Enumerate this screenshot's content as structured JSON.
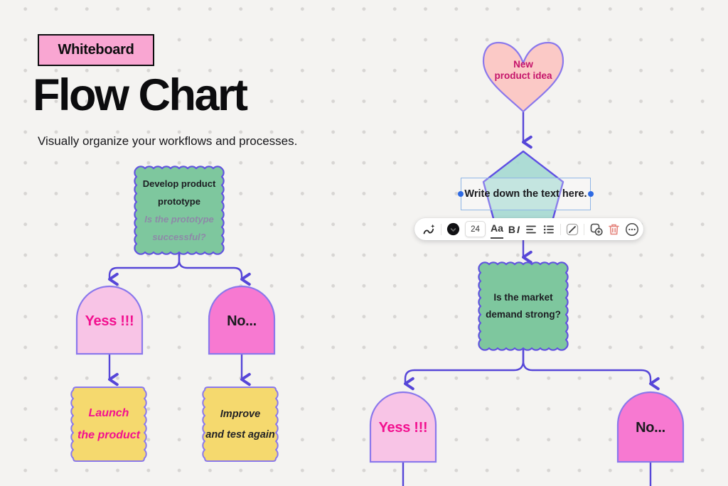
{
  "header": {
    "badge": "Whiteboard",
    "title": "Flow Chart",
    "subtitle": "Visually organize your workflows and processes."
  },
  "left_flow": {
    "prototype_card": {
      "title_line1": "Develop product",
      "title_line2": "prototype",
      "question_line1": "Is the prototype",
      "question_line2": "successful?"
    },
    "yes_label": "Yess !!!",
    "no_label": "No...",
    "launch_note": {
      "line1": "Launch",
      "line2": "the product"
    },
    "improve_note": {
      "line1": "Improve",
      "line2": "and test again"
    }
  },
  "right_flow": {
    "idea_heart": {
      "line1": "New",
      "line2": "product idea"
    },
    "selected_text": "Write down the text here.",
    "market_card": {
      "line1": "Is the market",
      "line2": "demand strong?"
    },
    "yes_label": "Yess !!!",
    "no_label": "No..."
  },
  "toolbar": {
    "font_size": "24",
    "font_button": "Aa",
    "bold": "B",
    "italic": "I",
    "icons": [
      "animate-icon",
      "text-color-swatch-icon",
      "font-size-control",
      "font-family-button",
      "bold-italic-button",
      "align-icon",
      "bullet-list-icon",
      "line-tool-icon",
      "duplicate-icon",
      "trash-icon",
      "more-icon"
    ]
  },
  "colors": {
    "canvas_bg": "#f4f3f1",
    "grid_dot": "#d7d5d3",
    "connector_purple": "#5646d8",
    "shape_border_purple": "#8a78ec",
    "stamp_green": "#7ec79e",
    "arch_pink_light": "#f8c4e6",
    "arch_pink_hot": "#f779d1",
    "note_yellow": "#f5d96e",
    "heart_pink": "#fbc9c6",
    "pentagon_teal": "#a6dad2",
    "badge_pink": "#f9a6d2",
    "accent_text_pink": "#f2108f",
    "heart_text_pink": "#c5156b",
    "selection_blue": "#2e6ae3",
    "delete_red": "#e4827a"
  }
}
